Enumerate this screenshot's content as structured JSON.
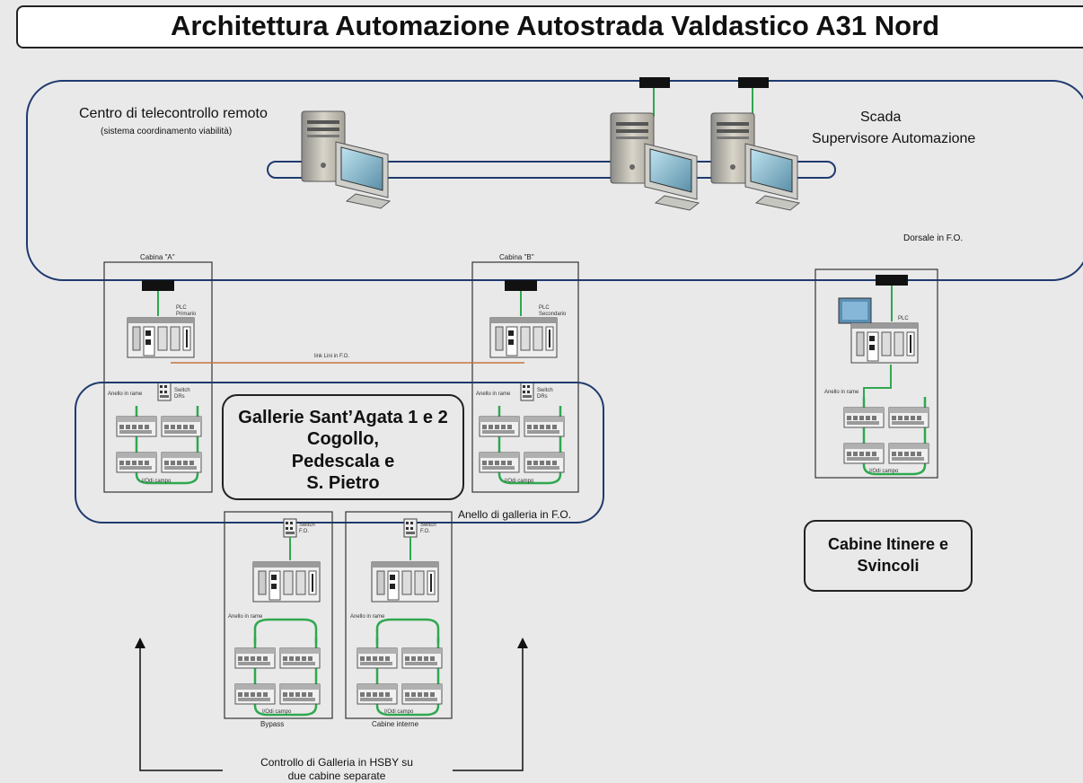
{
  "title": "Architettura Automazione Autostrada Valdastico A31 Nord",
  "control_center": {
    "title": "Centro di telecontrollo remoto",
    "subtitle": "(sistema coordinamento viabilità)"
  },
  "scada": {
    "line1": "Scada",
    "line2": "Supervisore Automazione"
  },
  "backbone_label": "Dorsale in F.O.",
  "cabins": {
    "a": {
      "title": "Cabina \"A\"",
      "plc": "PLC",
      "plc_role": "Primario",
      "ring": "Anello in rame",
      "switch": "Switch",
      "switch_sub": "DRs",
      "io": "I/Odi campo"
    },
    "b": {
      "title": "Cabina \"B\"",
      "plc": "PLC",
      "plc_role": "Secondario",
      "ring": "Anello in rame",
      "switch": "Switch",
      "switch_sub": "DRs",
      "io": "I/Odi campo"
    },
    "itinere": {
      "plc": "PLC",
      "ring": "Anello in rame",
      "io": "I/Odi campo"
    },
    "bypass": {
      "switch": "Switch",
      "switch_sub": "F.O.",
      "ring": "Anello in rame",
      "io": "I/Odi campo",
      "caption": "Bypass"
    },
    "interne": {
      "switch": "Switch",
      "switch_sub": "F.O.",
      "ring": "Anello in rame",
      "io": "I/Odi campo",
      "caption": "Cabine interne"
    }
  },
  "link_label": "link Lini in F.O.",
  "tunnels_box": {
    "line1": "Gallerie  Sant’Agata 1 e 2",
    "line2": "Cogollo,",
    "line3": "Pedescala e",
    "line4": "S. Pietro"
  },
  "tunnel_ring_label": "Anello di galleria in F.O.",
  "itinere_box": {
    "line1": "Cabine Itinere e",
    "line2": "Svincoli"
  },
  "hsby": {
    "line1": "Controllo di Galleria in HSBY su",
    "line2": "due cabine separate"
  },
  "colors": {
    "ring_blue": "#1f3a6e",
    "link_green": "#2fa84f",
    "fo_orange": "#c8743a",
    "background": "#e9e9e9"
  }
}
